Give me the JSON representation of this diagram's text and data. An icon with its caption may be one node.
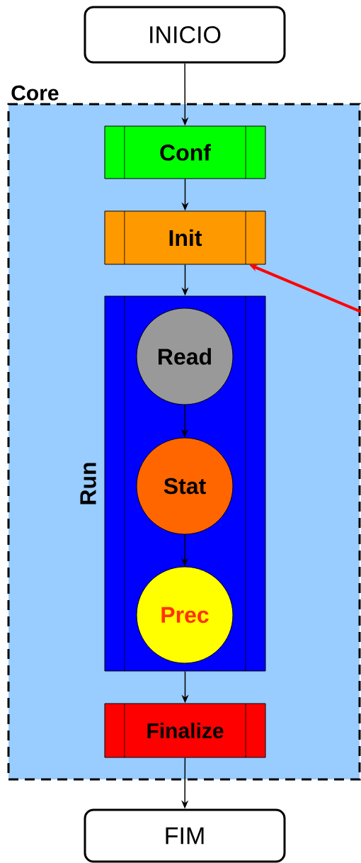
{
  "diagram": {
    "nodes": [
      {
        "text": [
          "INICIO"
        ]
      },
      {
        "text": [
          "Core"
        ]
      },
      {
        "text": [
          "Conf"
        ],
        "in": 1
      },
      {
        "text": [
          "Init"
        ],
        "in": 1
      },
      {
        "text": [
          "Run"
        ],
        "in": 1
      },
      {
        "text": [
          "Read"
        ],
        "in": 4
      },
      {
        "text": [
          "Stat"
        ],
        "in": 4
      },
      {
        "text": [
          "Prec"
        ],
        "in": 4
      },
      {
        "text": [
          "Finalize"
        ],
        "in": 1
      },
      {
        "text": [
          "FIM"
        ]
      }
    ],
    "edges": [
      {
        "from": 0,
        "to": 2,
        "arrow": "to"
      },
      {
        "from": 2,
        "to": 3,
        "arrow": "to"
      },
      {
        "from": 3,
        "to": 4,
        "arrow": "to"
      },
      {
        "from": 5,
        "to": 6,
        "arrow": "to"
      },
      {
        "from": 6,
        "to": 7,
        "arrow": "to"
      },
      {
        "from": 4,
        "to": 8,
        "arrow": "to"
      },
      {
        "from": 8,
        "to": 9,
        "arrow": "to"
      },
      {
        "from": null,
        "to": 3,
        "arrow": "to",
        "style": "thick",
        "color": "#ff0000"
      }
    ]
  }
}
